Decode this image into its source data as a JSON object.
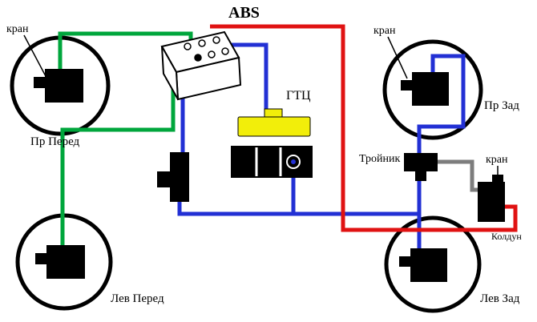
{
  "title": "ABS",
  "labels": {
    "abs": "ABS",
    "master_cylinder": "ГТЦ",
    "tee": "Тройник",
    "proportioning_valve": "Колдун",
    "valve_top_left": "кран",
    "valve_top_right": "кран",
    "valve_right": "кран",
    "wheel_top_left": "Пр Перед",
    "wheel_bottom_left": "Лев Перед",
    "wheel_top_right": "Пр Зад",
    "wheel_bottom_right": "Лев Зад"
  },
  "colors": {
    "green": "#00a63c",
    "blue": "#2230d4",
    "red": "#e01212",
    "gray": "#7d7d7d",
    "yellow": "#f2ee0a",
    "outline": "#000000"
  }
}
